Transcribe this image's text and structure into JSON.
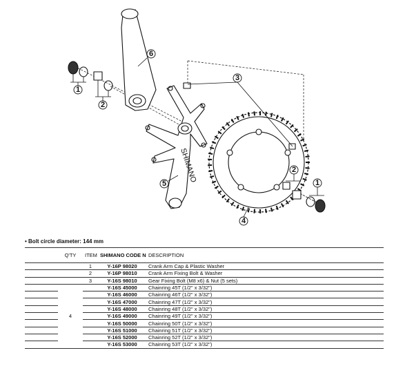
{
  "callouts": [
    "1",
    "2",
    "3",
    "4",
    "5",
    "6",
    "2",
    "1"
  ],
  "crank_arm_text": "SHIMANO",
  "note": "• Bolt circle diameter: 144 mm",
  "table": {
    "headers": {
      "qty": "Q'TY",
      "item_no": "ITEM NO.",
      "code_no": "SHIMANO CODE NO.",
      "description": "DESCRIPTION"
    },
    "qty_group_value": "4",
    "rows": [
      {
        "item": "1",
        "code": "Y-16P 98020",
        "desc": "Crank Arm Cap & Plastic Washer"
      },
      {
        "item": "2",
        "code": "Y-16P 98010",
        "desc": "Crank Arm Fixing Bolt & Washer"
      },
      {
        "item": "3",
        "code": "Y-16S 98010",
        "desc": "Gear Fixing Bolt (M8 x6) & Nut (5 sets)"
      },
      {
        "item": "",
        "code": "Y-16S 45000",
        "desc": "Chainring 45T (1/2\" x 3/32\")"
      },
      {
        "item": "",
        "code": "Y-16S 46000",
        "desc": "Chainring 46T (1/2\" x 3/32\")"
      },
      {
        "item": "",
        "code": "Y-16S 47000",
        "desc": "Chainring 47T (1/2\" x 3/32\")"
      },
      {
        "item": "",
        "code": "Y-16S 48000",
        "desc": "Chainring 48T (1/2\" x 3/32\")"
      },
      {
        "item": "",
        "code": "Y-16S 49000",
        "desc": "Chainring 49T (1/2\" x 3/32\")"
      },
      {
        "item": "",
        "code": "Y-16S 50000",
        "desc": "Chainring 50T (1/2\" x 3/32\")"
      },
      {
        "item": "",
        "code": "Y-16S 51000",
        "desc": "Chainring 51T (1/2\" x 3/32\")"
      },
      {
        "item": "",
        "code": "Y-16S 52000",
        "desc": "Chainring 52T (1/2\" x 3/32\")"
      },
      {
        "item": "",
        "code": "Y-16S 53000",
        "desc": "Chainring 53T (1/2\" x 3/32\")"
      }
    ]
  }
}
